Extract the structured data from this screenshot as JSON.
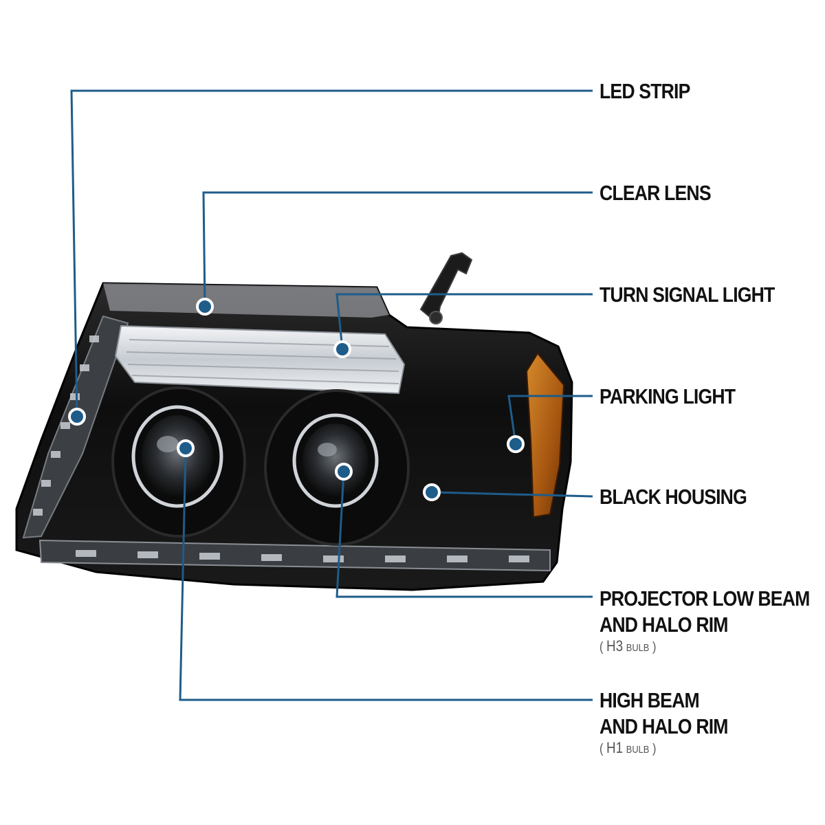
{
  "colors": {
    "leader_line": "#1e5c8a",
    "marker_fill": "#1e5c8a",
    "marker_ring": "#ffffff",
    "housing": "#0c0c0c",
    "lens_clear": "#d9dde2",
    "amber": "#b86412",
    "label_text": "#111111"
  },
  "callouts": [
    {
      "id": "led-strip",
      "line1": "LED STRIP"
    },
    {
      "id": "clear-lens",
      "line1": "CLEAR LENS"
    },
    {
      "id": "turn-signal",
      "line1": "TURN SIGNAL LIGHT"
    },
    {
      "id": "parking-light",
      "line1": "PARKING LIGHT"
    },
    {
      "id": "black-housing",
      "line1": "BLACK HOUSING"
    },
    {
      "id": "projector-low-beam",
      "line1": "PROJECTOR LOW BEAM",
      "line2": "AND HALO RIM",
      "bulb_open": "(",
      "bulb_code": "H3",
      "bulb_word": "BULB",
      "bulb_close": ")"
    },
    {
      "id": "high-beam",
      "line1": "HIGH BEAM",
      "line2": "AND HALO RIM",
      "bulb_open": "(",
      "bulb_code": "H1",
      "bulb_word": "BULB",
      "bulb_close": ")"
    }
  ]
}
